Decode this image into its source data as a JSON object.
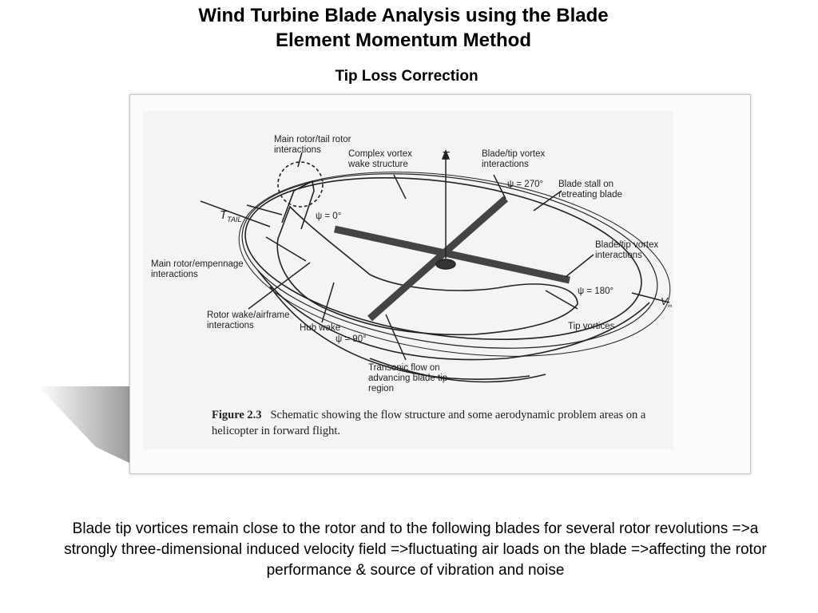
{
  "slide": {
    "title_line1": "Wind Turbine Blade Analysis using the Blade",
    "title_line2": "Element Momentum Method",
    "subtitle": "Tip Loss Correction",
    "body": "Blade tip vortices remain close to the rotor and to the following blades for several rotor revolutions =>a strongly three-dimensional induced velocity field =>fluctuating  air loads on the blade =>affecting the rotor performance & source of vibration and noise"
  },
  "figure": {
    "caption_label": "Figure 2.3",
    "caption_text": "Schematic showing the flow structure and some aerodynamic problem areas on a helicopter in forward flight.",
    "labels": {
      "main_rotor_tail": "Main rotor/tail rotor interactions",
      "complex_vortex": "Complex vortex wake structure",
      "thrust": "T",
      "blade_tip_top": "Blade/tip vortex interactions",
      "psi_270": "ψ = 270°",
      "blade_stall": "Blade stall on retreating blade",
      "t_tail": "T",
      "t_tail_sub": "TAIL",
      "psi_0": "ψ = 0°",
      "blade_tip_right": "Blade/tip vortex interactions",
      "main_rotor_empennage": "Main rotor/empennage interactions",
      "psi_180": "ψ = 180°",
      "v_inf": "V",
      "v_inf_sub": "∞",
      "rotor_wake_airframe": "Rotor wake/airframe interactions",
      "tip_vortices": "Tip vortices",
      "hub_wake": "Hub wake",
      "psi_90": "ψ = 90°",
      "transonic": "Transonic flow on advancing blade tip region"
    }
  }
}
